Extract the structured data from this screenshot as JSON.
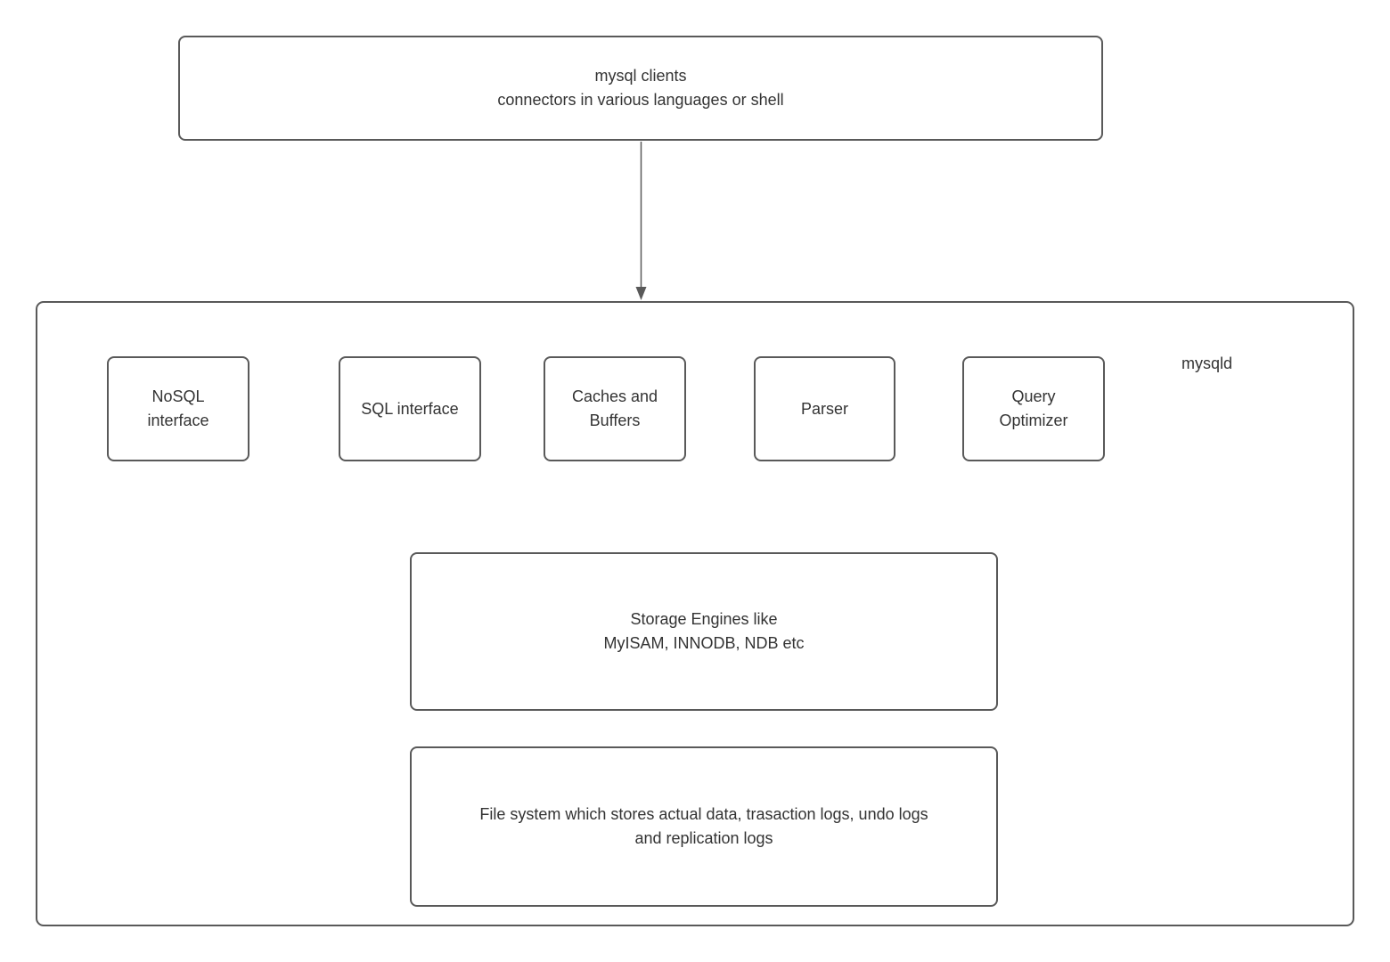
{
  "colors": {
    "border": "#595959",
    "text": "#333333",
    "background": "#ffffff",
    "arrow": "#595959"
  },
  "clients_box": {
    "label": "mysql clients\nconnectors in various languages or shell"
  },
  "server": {
    "label": "mysqld",
    "components": [
      {
        "label": "NoSQL\ninterface"
      },
      {
        "label": "SQL interface"
      },
      {
        "label": "Caches and\nBuffers"
      },
      {
        "label": "Parser"
      },
      {
        "label": "Query\nOptimizer"
      }
    ],
    "storage_box": {
      "label": "Storage Engines like\nMyISAM, INNODB, NDB etc"
    },
    "filesystem_box": {
      "label": "File system which stores actual data, trasaction logs, undo logs\nand replication logs"
    }
  }
}
